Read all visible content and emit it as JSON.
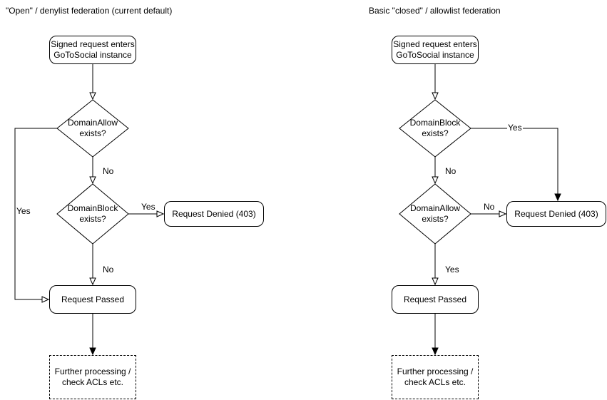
{
  "diagram": {
    "left": {
      "title": "\"Open\" / denylist federation (current default)",
      "start": {
        "line1": "Signed request enters",
        "line2": "GoToSocial instance"
      },
      "decision1": {
        "line1": "DomainAllow",
        "line2": "exists?"
      },
      "decision2": {
        "line1": "DomainBlock",
        "line2": "exists?"
      },
      "denied": "Request Denied (403)",
      "passed": "Request Passed",
      "further": {
        "line1": "Further processing /",
        "line2": "check ACLs etc."
      },
      "edge_labels": {
        "loop_yes": "Yes",
        "d1_no": "No",
        "d2_yes": "Yes",
        "d2_no": "No"
      }
    },
    "right": {
      "title": "Basic \"closed\" / allowlist federation",
      "start": {
        "line1": "Signed request enters",
        "line2": "GoToSocial instance"
      },
      "decision1": {
        "line1": "DomainBlock",
        "line2": "exists?"
      },
      "decision2": {
        "line1": "DomainAllow",
        "line2": "exists?"
      },
      "denied": "Request Denied (403)",
      "passed": "Request Passed",
      "further": {
        "line1": "Further processing /",
        "line2": "check ACLs etc."
      },
      "edge_labels": {
        "d1_yes": "Yes",
        "d1_no": "No",
        "d2_no": "No",
        "d2_yes": "Yes"
      }
    },
    "colors": {
      "stroke": "#000000",
      "text": "#000000",
      "node_fill": "#ffffff",
      "background": "#ffffff"
    }
  }
}
